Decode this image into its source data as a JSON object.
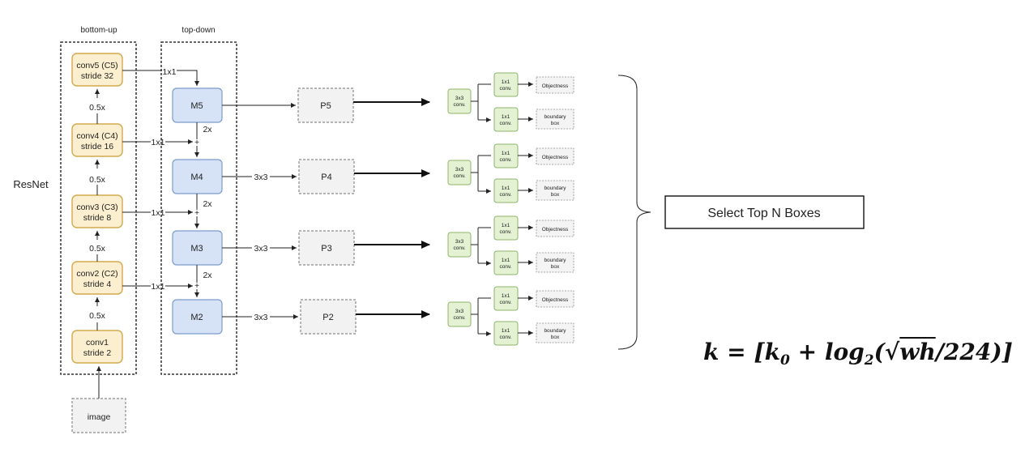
{
  "labels": {
    "bottom_up": "bottom-up",
    "top_down": "top-down",
    "resnet": "ResNet",
    "image": "image"
  },
  "backbone": [
    {
      "line1": "conv5 (C5)",
      "line2": "stride 32"
    },
    {
      "line1": "conv4 (C4)",
      "line2": "stride 16"
    },
    {
      "line1": "conv3 (C3)",
      "line2": "stride 8"
    },
    {
      "line1": "conv2 (C2)",
      "line2": "stride 4"
    },
    {
      "line1": "conv1",
      "line2": "stride 2"
    }
  ],
  "downsample_labels": [
    "0.5x",
    "0.5x",
    "0.5x",
    "0.5x"
  ],
  "lateral_label": "1x1",
  "merge_levels": [
    "M5",
    "M4",
    "M3",
    "M2"
  ],
  "upsample_label": "2x",
  "smooth_label": "3x3",
  "pyramid_levels": [
    "P5",
    "P4",
    "P3",
    "P2"
  ],
  "head": {
    "conv3": [
      "3x3",
      "conv."
    ],
    "conv1": [
      "1x1",
      "conv."
    ],
    "objectness": "Objectness",
    "bbox": [
      "boundary",
      "box"
    ]
  },
  "select_box": "Select Top N Boxes",
  "formula": {
    "k": "k",
    "eq": " = [",
    "k0": "k",
    "k0_sub": "0",
    "plus": " + ",
    "log": "log",
    "log_sub": "2",
    "open": "(",
    "sqrt": "√",
    "wh": "wh",
    "rest": "/224)]"
  }
}
